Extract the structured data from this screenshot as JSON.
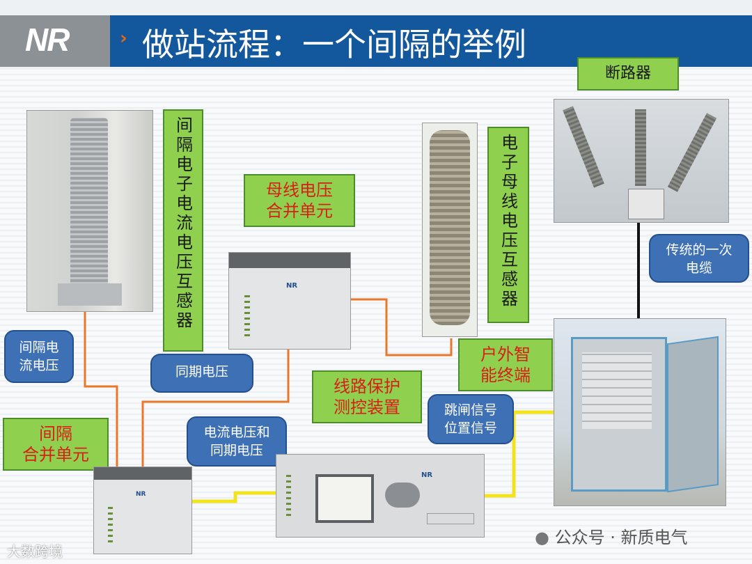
{
  "header": {
    "logo": "NR",
    "title": "做站流程：一个间隔的举例"
  },
  "labels": {
    "bay_ect": "间隔电子电流电压互感器",
    "bus_evt": "电子母线电压互感器",
    "breaker": "断路器",
    "bus_mu": [
      "母线电压",
      "合并单元"
    ],
    "bay_mu": [
      "间隔",
      "合并单元"
    ],
    "line_protection": [
      "线路保护",
      "测控装置"
    ],
    "outdoor_terminal": [
      "户外智",
      "能终端"
    ]
  },
  "callouts": {
    "bay_current_voltage": [
      "间隔电",
      "流电压"
    ],
    "sync_voltage": "同期电压",
    "current_voltage_sync": [
      "电流电压和",
      "同期电压"
    ],
    "trip_position": [
      "跳闸信号",
      "位置信号"
    ],
    "traditional_cable": [
      "传统的一次",
      "电缆"
    ]
  },
  "watermarks": {
    "left": "大数跨境",
    "right": "公众号 · 新质电气"
  },
  "colors": {
    "title_band": "#13579c",
    "green_label": "#8fd14f",
    "callout_blue": "#3d70b5",
    "orange_wire": "#e8782a",
    "yellow_wire": "#f2e31c"
  }
}
